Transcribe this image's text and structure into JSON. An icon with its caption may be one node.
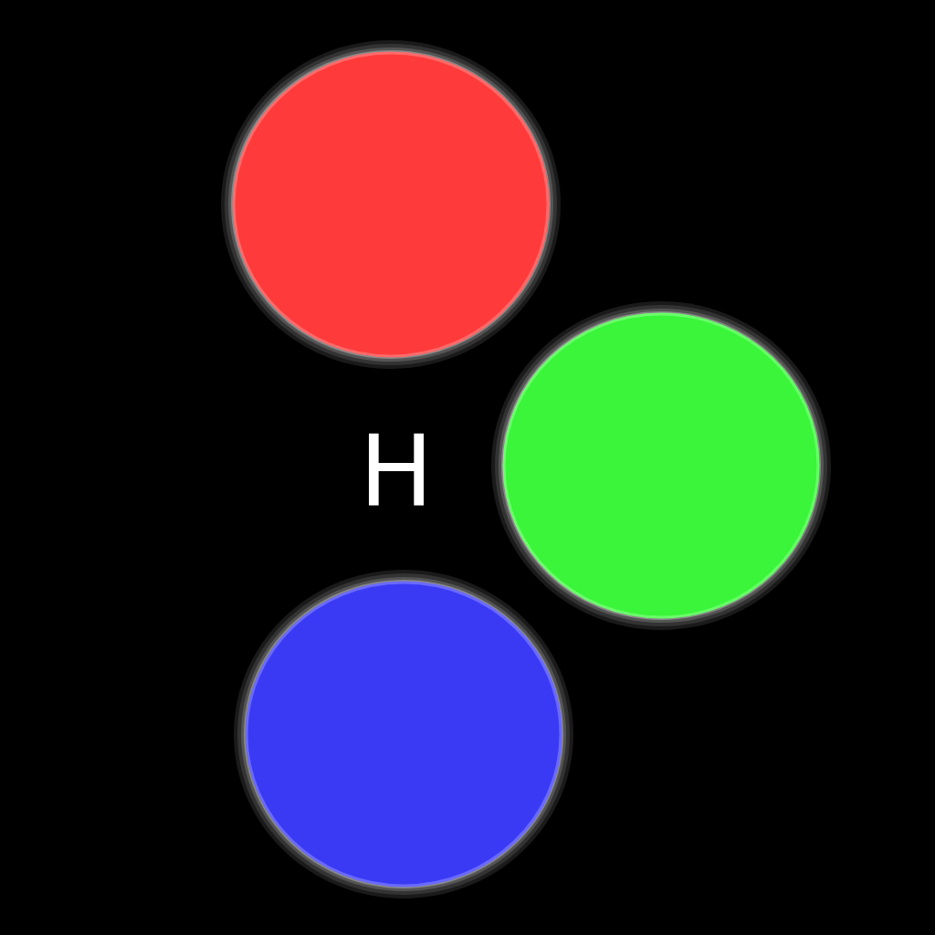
{
  "diagram": {
    "nodes": [
      {
        "text": [],
        "shape": "circle"
      },
      {
        "text": [],
        "shape": "circle"
      },
      {
        "text": [],
        "shape": "circle"
      }
    ],
    "labels": [
      "H"
    ]
  }
}
